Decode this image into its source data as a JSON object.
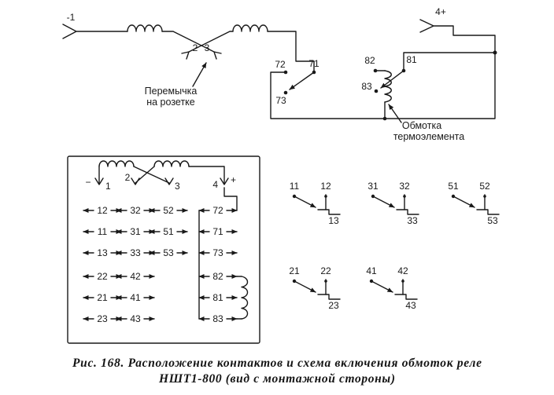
{
  "colors": {
    "ink": "#191919",
    "paper": "#ffffff"
  },
  "schematic": {
    "terminal_left": "-1",
    "terminal_right": "4+",
    "pin2": "2",
    "pin3": "3",
    "jumper_line1": "Перемычка",
    "jumper_line2": "на розетке",
    "thermo_line1": "Обмотка",
    "thermo_line2": "термоэлемента",
    "c72": "72",
    "c71": "71",
    "c73": "73",
    "c82": "82",
    "c81": "81",
    "c83": "83"
  },
  "base": {
    "minus": "−",
    "plus": "+",
    "t1": "1",
    "t2": "2",
    "t3": "3",
    "t4": "4",
    "rows": [
      [
        "12",
        "32",
        "52"
      ],
      [
        "11",
        "31",
        "51"
      ],
      [
        "13",
        "33",
        "53"
      ],
      [
        "22",
        "42"
      ],
      [
        "21",
        "41"
      ],
      [
        "23",
        "43"
      ]
    ],
    "right_col": [
      "72",
      "71",
      "73",
      "82",
      "81",
      "83"
    ]
  },
  "groups": [
    {
      "t1": "11",
      "t2": "12",
      "t3": "13"
    },
    {
      "t1": "31",
      "t2": "32",
      "t3": "33"
    },
    {
      "t1": "51",
      "t2": "52",
      "t3": "53"
    },
    {
      "t1": "21",
      "t2": "22",
      "t3": "23"
    },
    {
      "t1": "41",
      "t2": "42",
      "t3": "43"
    }
  ],
  "caption": {
    "line1": "Рис. 168. Расположение контактов и схема включения обмоток реле",
    "line2": "НШТ1-800 (вид с монтажной стороны)"
  }
}
